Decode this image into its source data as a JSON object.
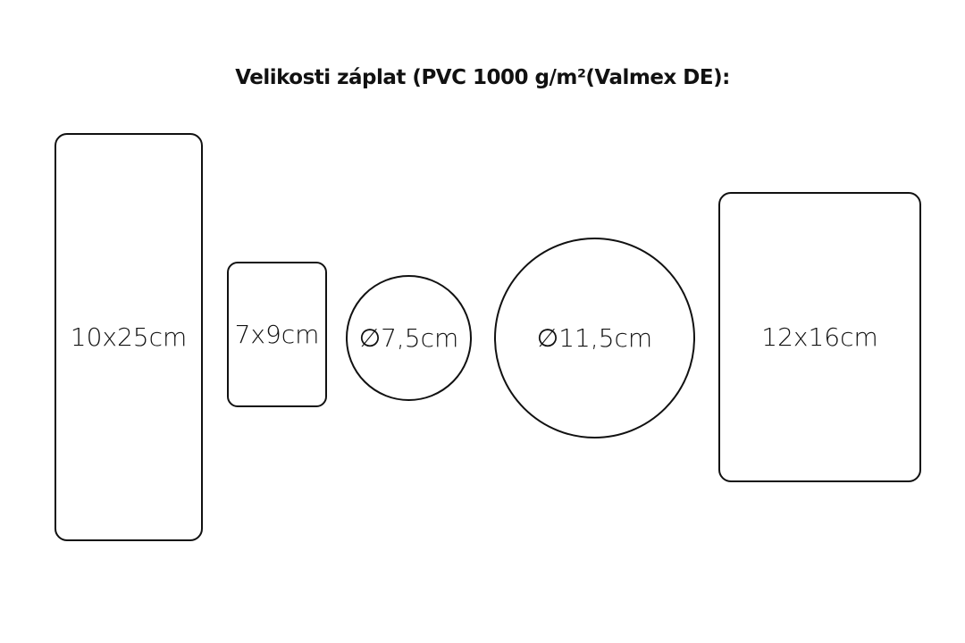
{
  "title": "Velikosti záplat (PVC 1000 g/m²(Valmex DE):",
  "patches": [
    {
      "label": "10x25cm",
      "shape": "rectangle"
    },
    {
      "label": "7x9cm",
      "shape": "rectangle"
    },
    {
      "label": "∅7,5cm",
      "shape": "circle"
    },
    {
      "label": "∅11,5cm",
      "shape": "circle"
    },
    {
      "label": "12x16cm",
      "shape": "rectangle"
    }
  ]
}
